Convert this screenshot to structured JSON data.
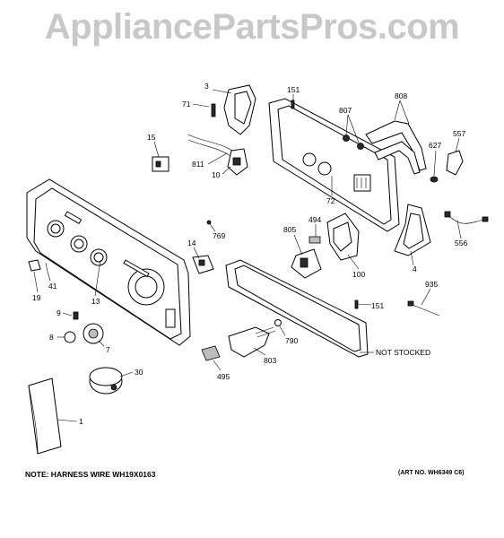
{
  "watermark": "AppliancePartsPros.com",
  "labels": {
    "p3": "3",
    "p71": "71",
    "p151a": "151",
    "p808": "808",
    "p807": "807",
    "p15": "15",
    "p811": "811",
    "p10": "10",
    "p627": "627",
    "p557": "557",
    "p72": "72",
    "p494": "494",
    "p805": "805",
    "p769": "769",
    "p14": "14",
    "p556": "556",
    "p100": "100",
    "p4": "4",
    "p19": "19",
    "p41": "41",
    "p13": "13",
    "p935": "935",
    "p151b": "151",
    "p9": "9",
    "p8": "8",
    "p7": "7",
    "p790": "790",
    "p803": "803",
    "p495": "495",
    "p30": "30",
    "p1": "1",
    "not_stocked": "NOT STOCKED"
  },
  "notes": {
    "harness": "NOTE: HARNESS WIRE WH19X0163",
    "art_no": "(ART NO. WH6349 C6)"
  }
}
